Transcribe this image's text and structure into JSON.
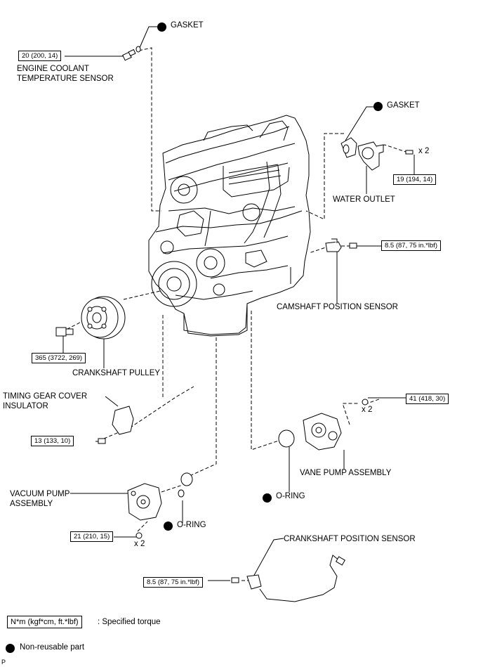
{
  "labels": {
    "gasket_top": "GASKET",
    "ect_sensor_line1": "ENGINE COOLANT",
    "ect_sensor_line2": "TEMPERATURE SENSOR",
    "gasket_right": "GASKET",
    "water_outlet": "WATER OUTLET",
    "camshaft_sensor": "CAMSHAFT POSITION SENSOR",
    "crankshaft_pulley": "CRANKSHAFT PULLEY",
    "timing_cover_line1": "TIMING GEAR COVER",
    "timing_cover_line2": "INSULATOR",
    "vane_pump": "VANE PUMP ASSEMBLY",
    "o_ring_right": "O-RING",
    "vacuum_pump_line1": "VACUUM PUMP",
    "vacuum_pump_line2": "ASSEMBLY",
    "o_ring_left": "O-RING",
    "crankshaft_sensor": "CRANKSHAFT POSITION SENSOR",
    "qty_x2_water": "x 2",
    "qty_x2_vane": "x 2",
    "qty_x2_vacuum": "x 2"
  },
  "torques": {
    "ect_sensor": "20 (200, 14)",
    "water_outlet": "19 (194, 14)",
    "camshaft_sensor": "8.5 (87, 75 in.*lbf)",
    "crankshaft_pulley": "365 (3722, 269)",
    "timing_cover": "13 (133, 10)",
    "vane_pump": "41 (418, 30)",
    "vacuum_pump": "21 (210, 15)",
    "crankshaft_sensor": "8.5 (87, 75 in.*lbf)"
  },
  "legend": {
    "torque_units": "N*m (kgf*cm, ft.*lbf)",
    "torque_desc": ": Specified torque",
    "non_reusable": "Non-reusable part"
  },
  "corner_mark": "P"
}
